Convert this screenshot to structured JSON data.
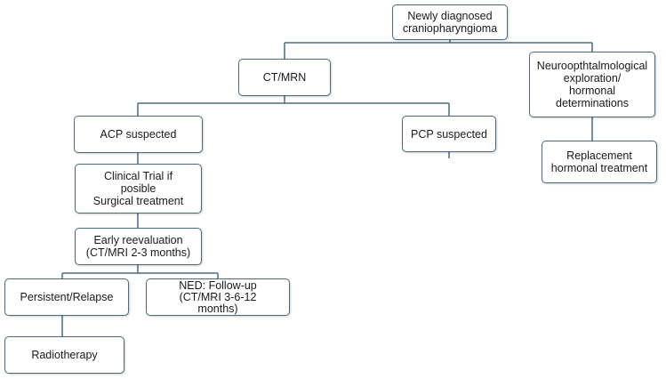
{
  "diagram": {
    "line_color": "#4a6a7f",
    "nodes": {
      "newly_diagnosed": {
        "lines": [
          "Newly diagnosed",
          "craniopharyngioma"
        ]
      },
      "ct_mrn": {
        "lines": [
          "CT/MRN"
        ]
      },
      "neuro_exploration": {
        "lines": [
          "Neuroopthtalmological",
          "exploration/",
          "hormonal",
          "determinations"
        ]
      },
      "acp_suspected": {
        "lines": [
          "ACP suspected"
        ]
      },
      "pcp_suspected": {
        "lines": [
          "PCP suspected"
        ]
      },
      "replacement_treatment": {
        "lines": [
          "Replacement",
          "hormonal  treatment"
        ]
      },
      "clinical_trial": {
        "lines": [
          "Clinical Trial if",
          "posible",
          "Surgical treatment"
        ]
      },
      "early_reevaluation": {
        "lines": [
          "Early reevaluation",
          "(CT/MRI 2-3 months)"
        ]
      },
      "persistent_relapse": {
        "lines": [
          "Persistent/Relapse"
        ]
      },
      "ned_followup": {
        "lines": [
          "NED: Follow-up",
          "(CT/MRI 3-6-12",
          "months)"
        ]
      },
      "radiotherapy": {
        "lines": [
          "Radiotherapy"
        ]
      }
    }
  }
}
